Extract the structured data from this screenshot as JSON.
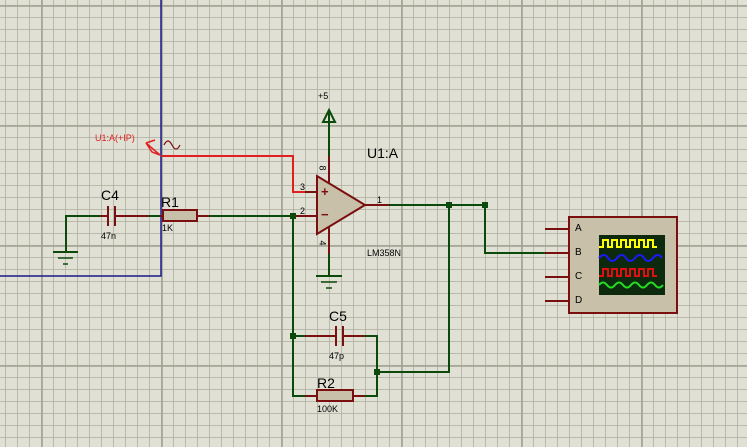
{
  "colors": {
    "background": "#e0e0d4",
    "wire": "#0b4a0b",
    "component": "#7a0f0f",
    "probe": "#e02020",
    "sheet_border": "#1a1a8c",
    "body_fill": "#c8c0a8",
    "scope_screen": "#0e2a0e"
  },
  "probe": {
    "label": "U1:A(+IP)"
  },
  "opamp": {
    "ref": "U1:A",
    "part": "LM358N",
    "pin_noninv": "3",
    "pin_inv": "2",
    "pin_out": "1",
    "pin_vcc": "8",
    "pin_gnd": "4",
    "plus_sign": "+",
    "minus_sign": "−"
  },
  "power": {
    "label": "+5"
  },
  "components": {
    "c4": {
      "ref": "C4",
      "value": "47n"
    },
    "r1": {
      "ref": "R1",
      "value": "1K"
    },
    "c5": {
      "ref": "C5",
      "value": "47p"
    },
    "r2": {
      "ref": "R2",
      "value": "100K"
    }
  },
  "oscilloscope": {
    "channels": [
      "A",
      "B",
      "C",
      "D"
    ],
    "trace_colors": [
      "#ffff00",
      "#1a1aff",
      "#e01010",
      "#22dd22"
    ]
  }
}
